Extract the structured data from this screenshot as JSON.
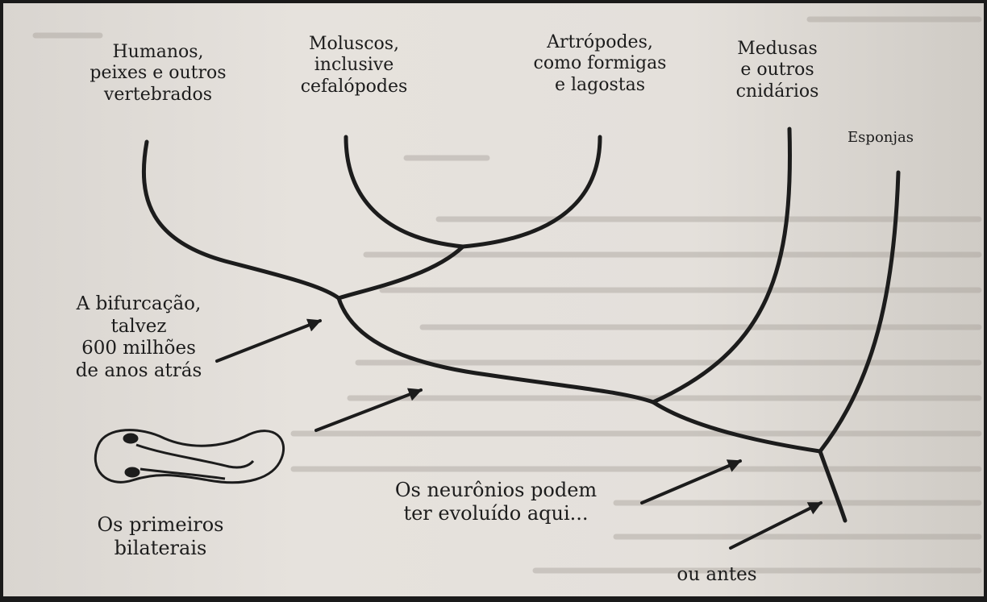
{
  "diagram": {
    "clades": {
      "vertebrates": "Humanos,\npeixes e outros\nvertebrados",
      "molluscs": "Moluscos,\ninclusive\ncefalópodes",
      "arthropods": "Artrópodes,\ncomo formigas\ne lagostas",
      "cnidarians": "Medusas\ne outros\ncnidários",
      "sponges": "Esponjas"
    },
    "annotations": {
      "bifurcation": "A bifurcação,\ntalvez\n600 milhões\nde anos atrás",
      "first_bilaterians": "Os primeiros\nbilaterais",
      "neurons": "Os neurônios podem\nter evoluído aqui...",
      "or_before": "ou antes"
    },
    "colors": {
      "ink": "#1c1c1c",
      "paper": "#e4e0db",
      "frame": "#1a1a1a"
    }
  }
}
